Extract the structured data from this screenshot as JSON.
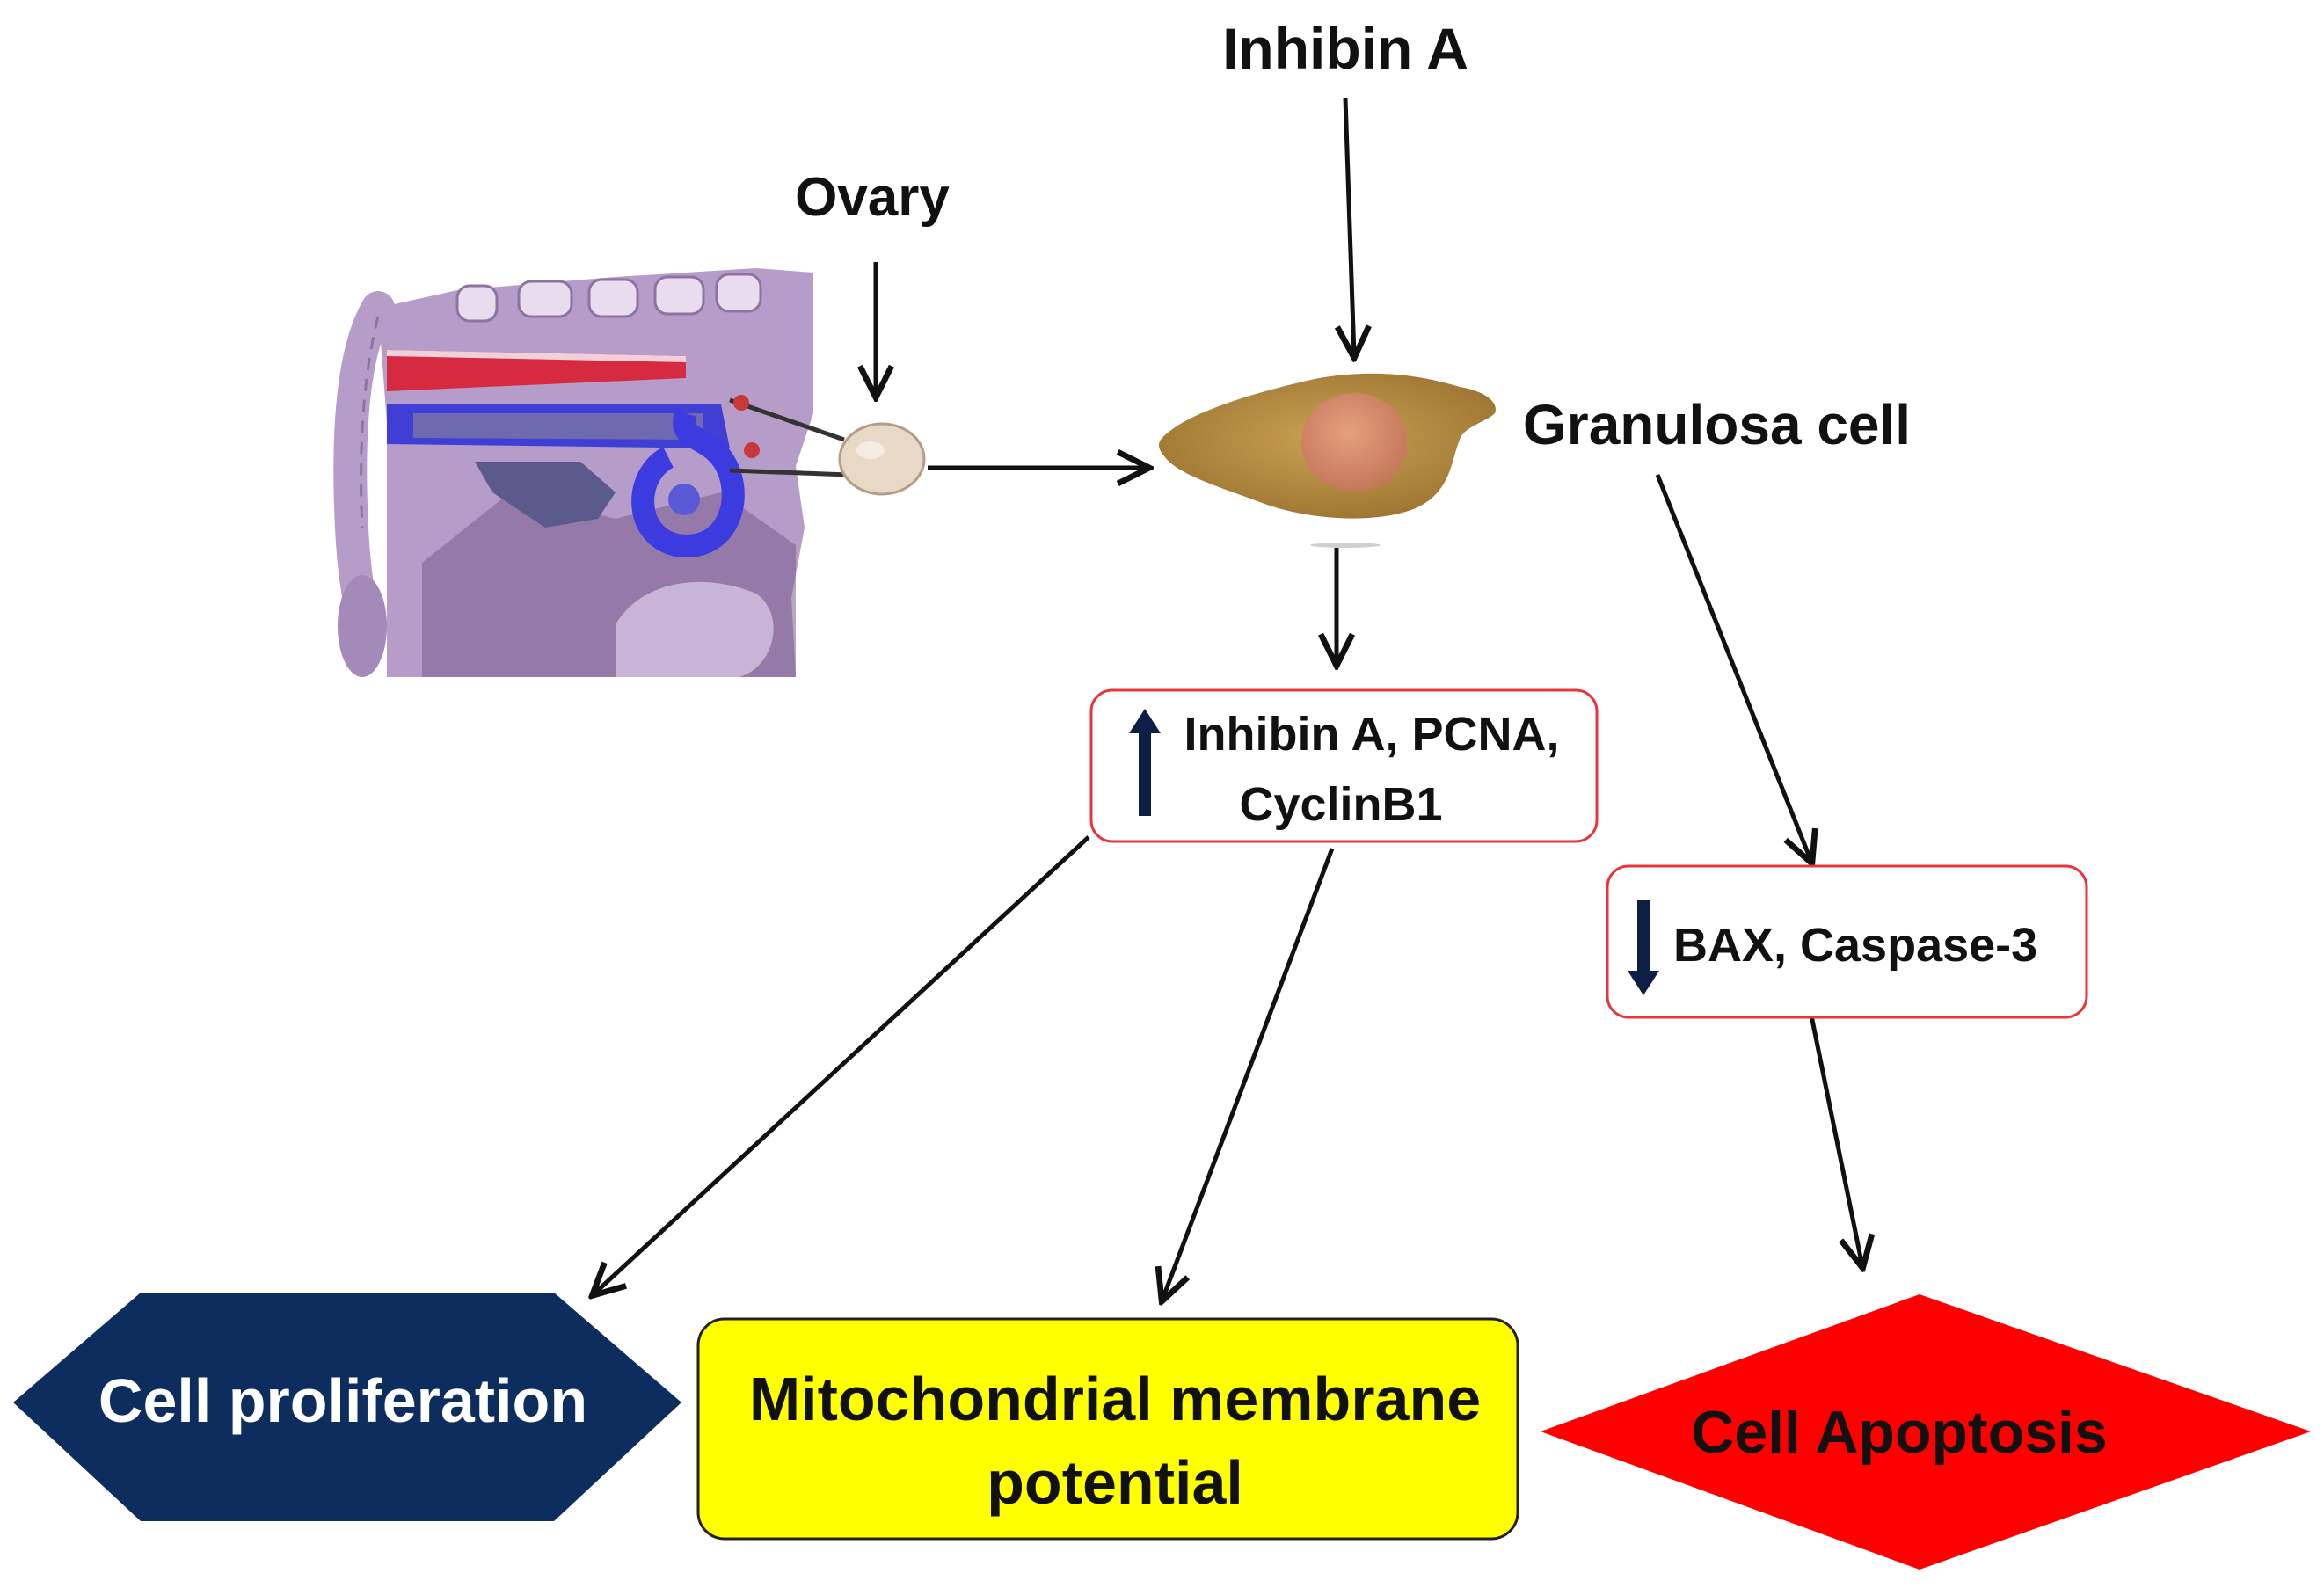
{
  "labels": {
    "inhibin_a": "Inhibin A",
    "ovary": "Ovary",
    "granulosa_cell": "Granulosa cell"
  },
  "boxes": {
    "upregulated_line1": "Inhibin A, PCNA,",
    "upregulated_line2": "CyclinB1",
    "downregulated": "BAX, Caspase-3"
  },
  "outcomes": {
    "proliferation": "Cell proliferation",
    "mitochondrial_line1": "Mitochondrial membrane",
    "mitochondrial_line2": "potential",
    "apoptosis": "Cell Apoptosis"
  },
  "colors": {
    "proliferation_fill": "#0d2d5e",
    "mitochondrial_fill": "#ffff00",
    "apoptosis_fill": "#ff0000",
    "box_border": "#e8343a",
    "cell_body": "#b08a3c",
    "nucleus": "#d98a6a"
  },
  "icons": {
    "up": "up-arrow-icon",
    "down": "down-arrow-icon",
    "anatomy": "reproductive-tract-illustration",
    "cell": "granulosa-cell-illustration"
  }
}
